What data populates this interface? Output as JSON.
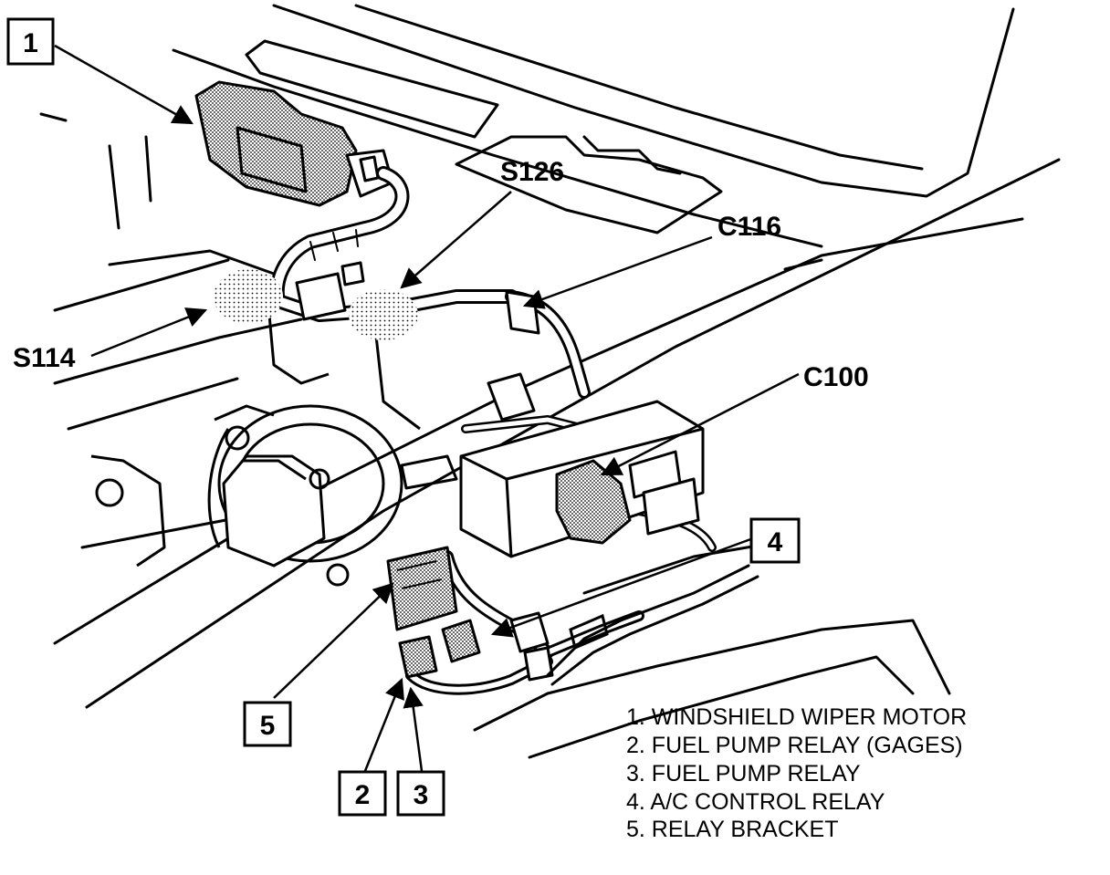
{
  "callouts": {
    "n1": "1",
    "n2": "2",
    "n3": "3",
    "n4": "4",
    "n5": "5",
    "s126": "S126",
    "c116": "C116",
    "s114": "S114",
    "c100": "C100"
  },
  "legend": [
    "1. WINDSHIELD WIPER MOTOR",
    "2. FUEL PUMP RELAY (GAGES)",
    "3. FUEL PUMP RELAY",
    "4. A/C CONTROL RELAY",
    "5. RELAY BRACKET"
  ]
}
